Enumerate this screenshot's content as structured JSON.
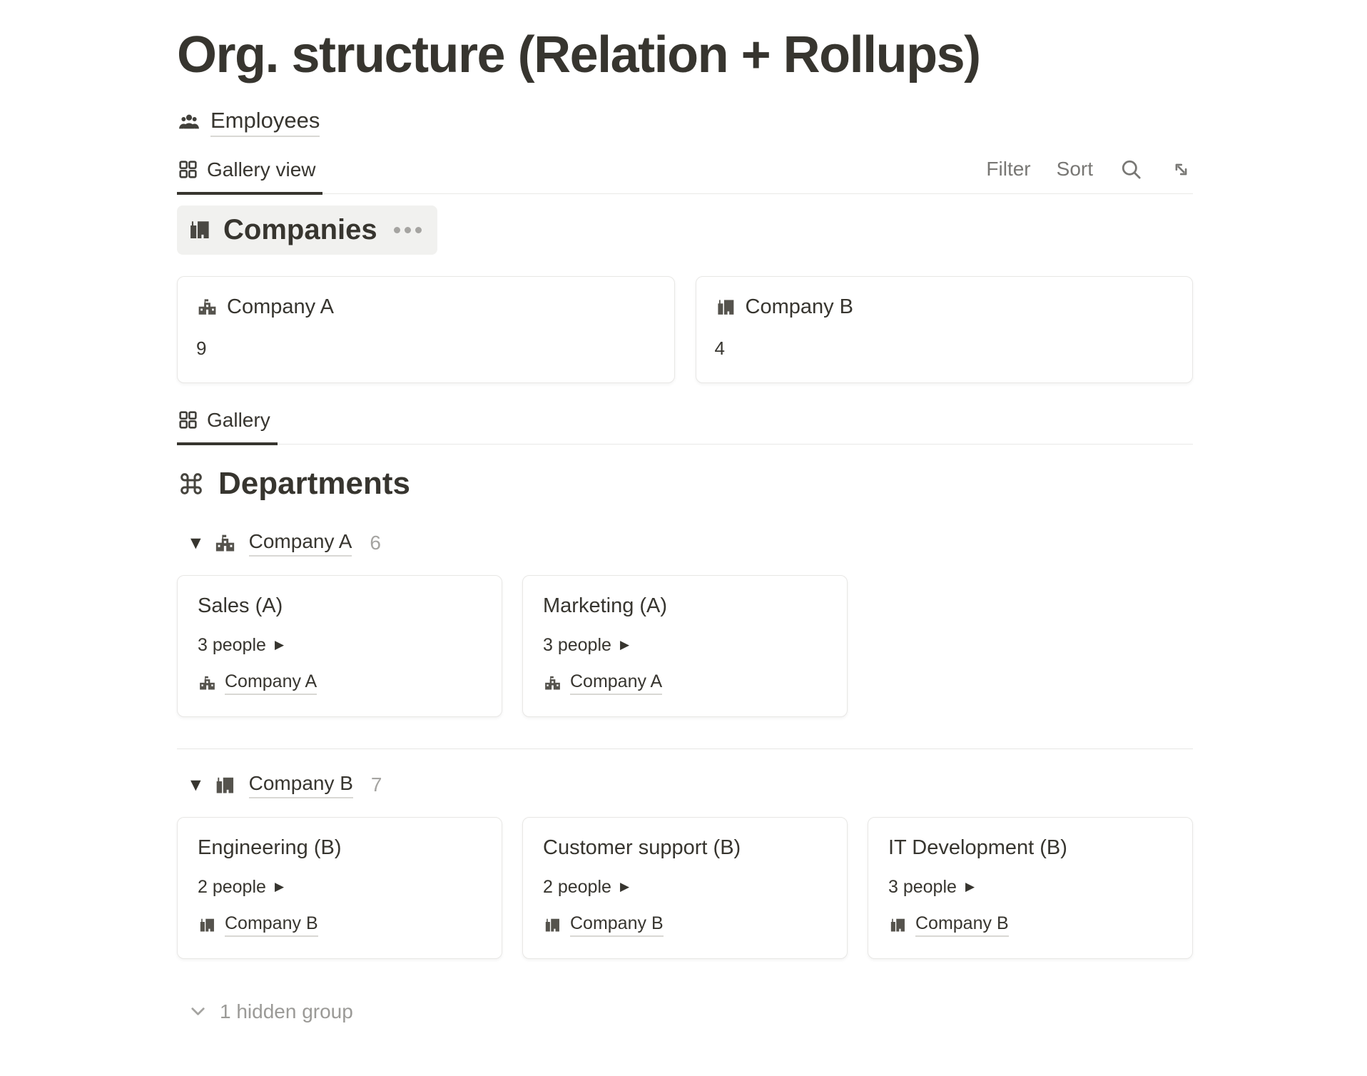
{
  "page": {
    "title": "Org. structure (Relation + Rollups)"
  },
  "employees_link": {
    "label": "Employees"
  },
  "toolbar": {
    "tab_label": "Gallery view",
    "filter_label": "Filter",
    "sort_label": "Sort",
    "icons": [
      "search-icon",
      "expand-diagonal-icon"
    ]
  },
  "companies": {
    "title": "Companies",
    "more_menu_icon": "ellipsis-icon",
    "cards": [
      {
        "name": "Company A",
        "count": "9",
        "icon": "school-building-icon"
      },
      {
        "name": "Company B",
        "count": "4",
        "icon": "city-buildings-icon"
      }
    ]
  },
  "departments": {
    "tab_label": "Gallery",
    "title": "Departments",
    "title_icon": "command-icon",
    "groups": [
      {
        "company": "Company A",
        "count": "6",
        "icon": "school-building-icon",
        "cards": [
          {
            "title": "Sales (A)",
            "people": "3 people",
            "company": "Company A"
          },
          {
            "title": "Marketing (A)",
            "people": "3 people",
            "company": "Company A"
          }
        ]
      },
      {
        "company": "Company B",
        "count": "7",
        "icon": "city-buildings-icon",
        "cards": [
          {
            "title": "Engineering (B)",
            "people": "2 people",
            "company": "Company B"
          },
          {
            "title": "Customer support (B)",
            "people": "2 people",
            "company": "Company B"
          },
          {
            "title": "IT Development (B)",
            "people": "3 people",
            "company": "Company B"
          }
        ]
      }
    ],
    "hidden_group_label": "1 hidden group"
  },
  "glyphs": {
    "triangle_down": "▼",
    "triangle_right": "▶"
  },
  "colors": {
    "text": "#37352f",
    "secondary_text": "#787774",
    "muted_text": "#9b9a97",
    "border": "#e9e9e7",
    "pill_background": "#f1f1ef",
    "active_tab_underline": "#37352f",
    "card_border": "#e8e7e5"
  }
}
